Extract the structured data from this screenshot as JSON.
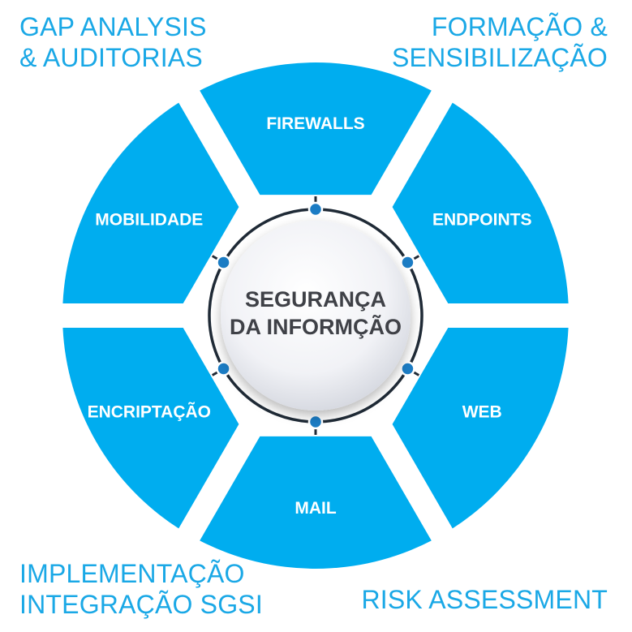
{
  "corners": {
    "top_left": [
      "GAP ANALYSIS",
      "& AUDITORIAS"
    ],
    "top_right": [
      "FORMAÇÃO &",
      "SENSIBILIZAÇÃO"
    ],
    "bottom_left": [
      "IMPLEMENTAÇÃO",
      "INTEGRAÇÃO SGSI"
    ],
    "bottom_right": [
      "RISK ASSESSMENT"
    ]
  },
  "center": {
    "lines": [
      "SEGURANÇA",
      "DA INFORMÇÃO"
    ]
  },
  "segments": [
    {
      "label": "FIREWALLS"
    },
    {
      "label": "ENDPOINTS"
    },
    {
      "label": "WEB"
    },
    {
      "label": "MAIL"
    },
    {
      "label": "ENCRIPTAÇÃO"
    },
    {
      "label": "MOBILIDADE"
    }
  ],
  "colors": {
    "segment_fill": "#00adef",
    "corner_text": "#1aa8e6",
    "ring": "#1f2a36",
    "node_fill": "#1b7cc4",
    "center_text": "#3f4147"
  }
}
